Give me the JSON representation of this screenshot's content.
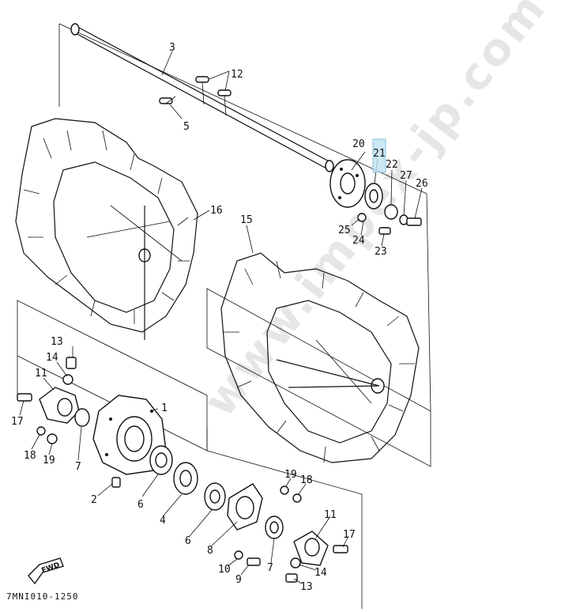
{
  "diagram": {
    "drawing_code": "7MNI010-1250",
    "watermark": "www.impex-jp.com",
    "fwd_label": "FWD",
    "highlighted_part": "21",
    "labels": {
      "p1": "1",
      "p2": "2",
      "p3": "3",
      "p4": "4",
      "p5": "5",
      "p6a": "6",
      "p6b": "6",
      "p7a": "7",
      "p7b": "7",
      "p8": "8",
      "p9": "9",
      "p10": "10",
      "p11a": "11",
      "p11b": "11",
      "p12": "12",
      "p13a": "13",
      "p13b": "13",
      "p14a": "14",
      "p14b": "14",
      "p15": "15",
      "p16": "16",
      "p17a": "17",
      "p17b": "17",
      "p18a": "18",
      "p18b": "18",
      "p19a": "19",
      "p19b": "19",
      "p20": "20",
      "p21": "21",
      "p22": "22",
      "p23": "23",
      "p24": "24",
      "p25": "25",
      "p26": "26",
      "p27": "27"
    }
  }
}
